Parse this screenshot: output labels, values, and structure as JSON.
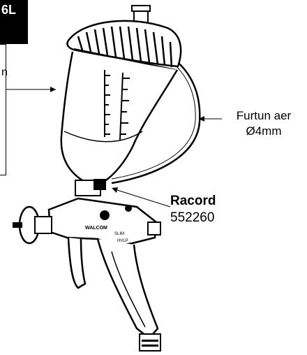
{
  "tag": {
    "text": "6L"
  },
  "labels": {
    "left_fragment": "n",
    "hose_line1": "Furtun aer",
    "hose_line2": "Ø4mm",
    "fitting_name": "Racord",
    "fitting_code": "552260"
  },
  "gun_markings": {
    "brand": "WALCOM",
    "model": "SLIM",
    "sub": "HVLP"
  },
  "colors": {
    "ink": "#000000",
    "paper": "#ffffff"
  }
}
